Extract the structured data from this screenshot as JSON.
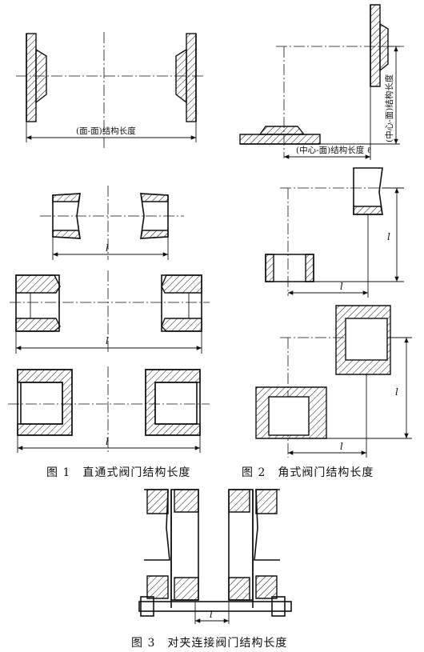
{
  "figure1": {
    "caption": "图 1　直通式阀门结构长度",
    "dim_flange": "(面-面)结构长度",
    "dim_length": "l"
  },
  "figure2": {
    "caption": "图 2　角式阀门结构长度",
    "dim_center_face_h": "(中心-面)结构长度 ℓ",
    "dim_center_face_v": "(中心-面)结构长度",
    "dim_length": "l"
  },
  "figure3": {
    "caption": "图 3　对夹连接阀门结构长度",
    "dim_length": "l"
  }
}
